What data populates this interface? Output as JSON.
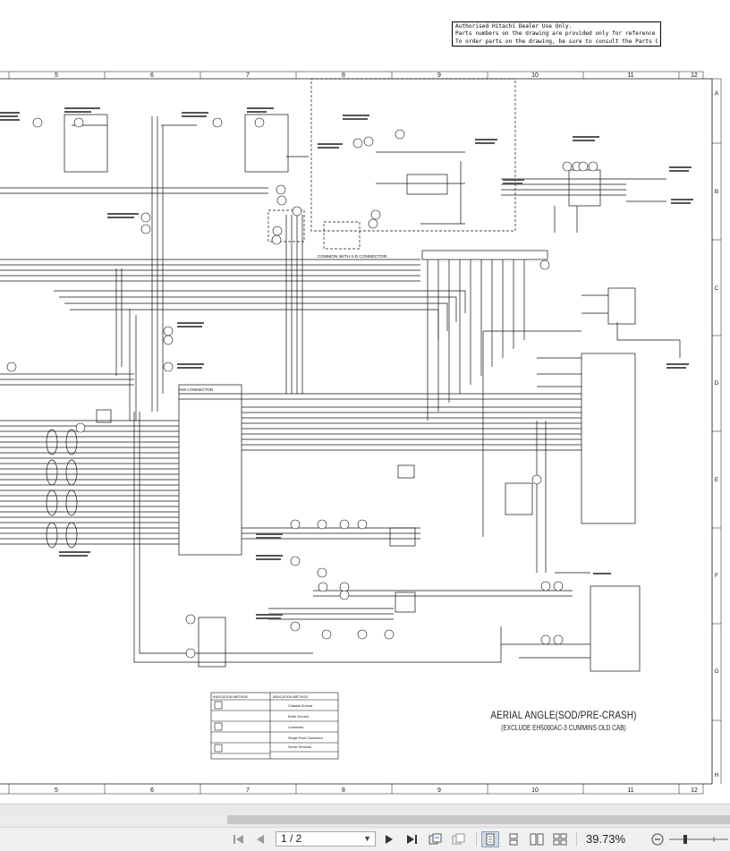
{
  "notice": {
    "line1": "Authorised Hitachi Dealer Use Only.",
    "line2": "Parts numbers on the drawing are provided only for reference purpose.",
    "line3": "To order parts on the drawing, be sure to consult the Parts Catalog."
  },
  "diagram": {
    "title": "AERIAL ANGLE(SOD/PRE-CRASH)",
    "subtitle": "(EXCLUDE EH5000AC-3 CUMMINS OLD CAB)",
    "col_labels": [
      "5",
      "6",
      "7",
      "8",
      "9",
      "10",
      "11",
      "12"
    ],
    "row_labels": [
      "A",
      "B",
      "C",
      "D",
      "E",
      "F",
      "G",
      "H"
    ],
    "connector_note": "COMMON WITH 4-D CONNECTOR",
    "legend_left_heading": "INDICATION METHOD",
    "legend_right_heading": "INDICATION METHOD",
    "legend_items": [
      "Chassis Ground",
      "Earth Ground",
      "Connector",
      "Single Point Connector",
      "Screw Terminal"
    ]
  },
  "toolbar": {
    "page_value": "1 / 2",
    "zoom_value": "39.73%"
  },
  "colors": {
    "line": "#111111",
    "toolbar_bg": "#f0f0f0",
    "scroll_bg": "#e8e8e8"
  }
}
